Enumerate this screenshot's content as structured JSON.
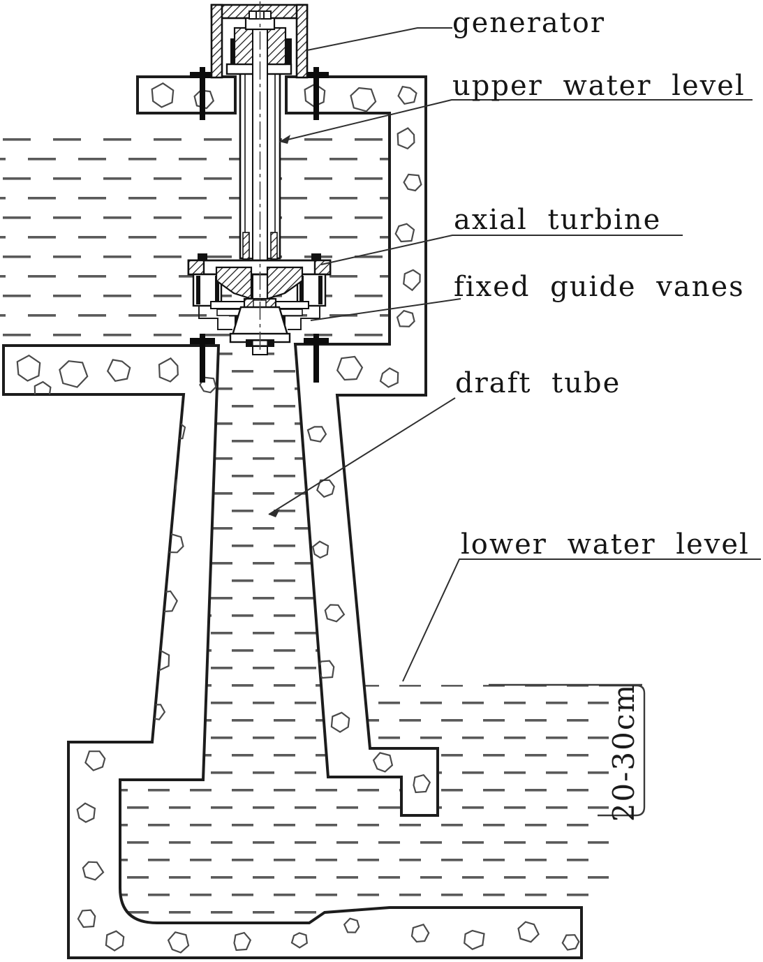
{
  "diagram": {
    "type": "engineering-cross-section",
    "subject": "axial turbine hydro power installation",
    "labels": {
      "generator": "generator",
      "upper_water_level": "upper water level",
      "axial_turbine": "axial turbine",
      "fixed_guide_vanes": "fixed guide vanes",
      "draft_tube": "draft tube",
      "lower_water_level": "lower water level"
    },
    "dimension": {
      "value": "20-30cm"
    },
    "colors": {
      "background": "#ffffff",
      "structure_line": "#1c1c1c",
      "leader_line": "#2e2e2e",
      "water_dash": "#5a5a5a",
      "aggregate_outline": "#4a4a4a",
      "text": "#151515"
    }
  }
}
